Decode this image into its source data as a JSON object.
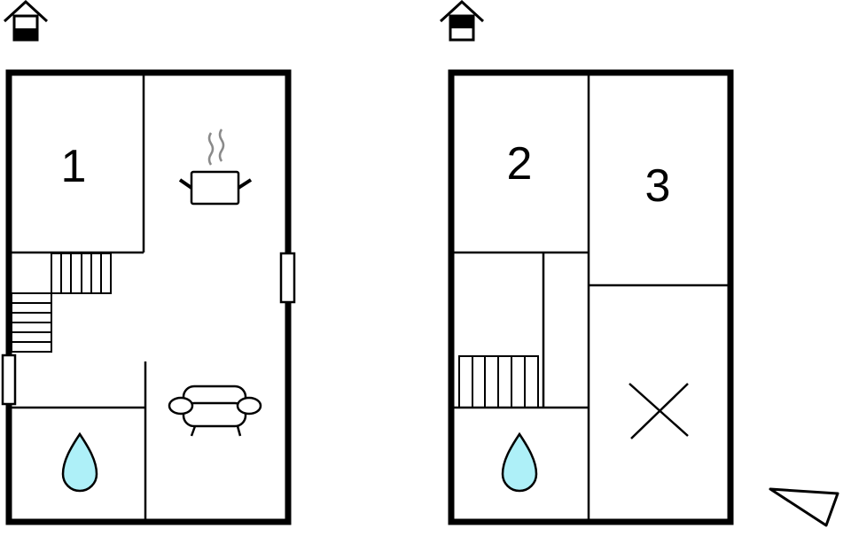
{
  "floors": [
    {
      "name": "ground-floor",
      "floor_indicator": "house-icon-lower-level",
      "rooms": [
        {
          "id": "bedroom-1",
          "label": "1"
        },
        {
          "id": "kitchen",
          "icon": "cooking-pot-icon"
        },
        {
          "id": "living-room",
          "icon": "sofa-icon"
        },
        {
          "id": "bathroom",
          "icon": "water-drop-icon"
        },
        {
          "id": "staircase",
          "icon": "stairs-icon"
        }
      ],
      "doors": [
        "east-door",
        "west-door"
      ]
    },
    {
      "name": "upper-floor",
      "floor_indicator": "house-icon-upper-level",
      "rooms": [
        {
          "id": "bedroom-2",
          "label": "2"
        },
        {
          "id": "bedroom-3",
          "label": "3"
        },
        {
          "id": "void-open-area",
          "icon": "x-cross-icon"
        },
        {
          "id": "bathroom",
          "icon": "water-drop-icon"
        },
        {
          "id": "staircase",
          "icon": "stairs-icon"
        }
      ]
    }
  ],
  "labels": {
    "room1": "1",
    "room2": "2",
    "room3": "3"
  },
  "compass": "north-arrow-icon",
  "colors": {
    "wall": "#000000",
    "water": "#aef0f8",
    "steam": "#8a8a8a",
    "background": "#ffffff"
  }
}
